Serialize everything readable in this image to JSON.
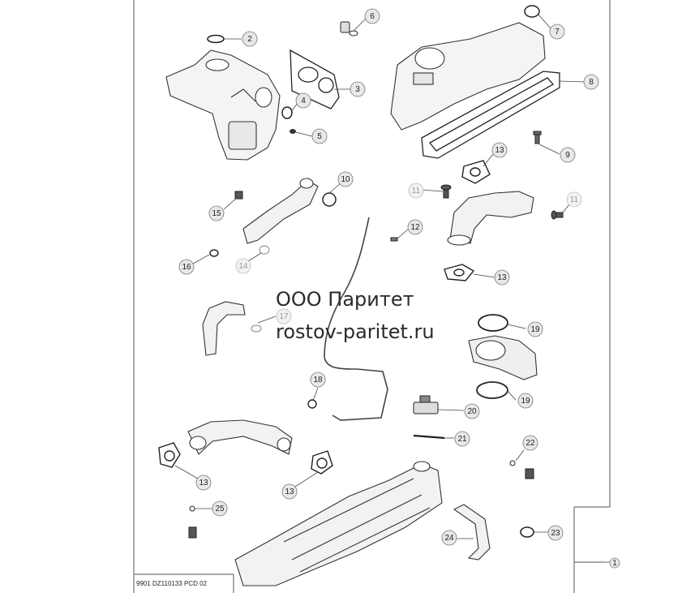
{
  "watermark": {
    "company": "ООО Паритет",
    "site": "rostov-paritet.ru"
  },
  "footer_code": "9901  DZ110133  PCD  02",
  "callouts": [
    {
      "key": "c2",
      "label": "2",
      "dim": false
    },
    {
      "key": "c3",
      "label": "3",
      "dim": false
    },
    {
      "key": "c4",
      "label": "4",
      "dim": false
    },
    {
      "key": "c5",
      "label": "5",
      "dim": false
    },
    {
      "key": "c6",
      "label": "6",
      "dim": false
    },
    {
      "key": "c7",
      "label": "7",
      "dim": false
    },
    {
      "key": "c8",
      "label": "8",
      "dim": false
    },
    {
      "key": "c9",
      "label": "9",
      "dim": false
    },
    {
      "key": "c10",
      "label": "10",
      "dim": false
    },
    {
      "key": "c11a",
      "label": "11",
      "dim": true
    },
    {
      "key": "c11b",
      "label": "11",
      "dim": true
    },
    {
      "key": "c12",
      "label": "12",
      "dim": false
    },
    {
      "key": "c13a",
      "label": "13",
      "dim": false
    },
    {
      "key": "c13b",
      "label": "13",
      "dim": false
    },
    {
      "key": "c13c",
      "label": "13",
      "dim": false
    },
    {
      "key": "c13d",
      "label": "13",
      "dim": false
    },
    {
      "key": "c14",
      "label": "14",
      "dim": true
    },
    {
      "key": "c15",
      "label": "15",
      "dim": false
    },
    {
      "key": "c16",
      "label": "16",
      "dim": false
    },
    {
      "key": "c17",
      "label": "17",
      "dim": true
    },
    {
      "key": "c18",
      "label": "18",
      "dim": false
    },
    {
      "key": "c19a",
      "label": "19",
      "dim": false
    },
    {
      "key": "c19b",
      "label": "19",
      "dim": false
    },
    {
      "key": "c20",
      "label": "20",
      "dim": false
    },
    {
      "key": "c21",
      "label": "21",
      "dim": false
    },
    {
      "key": "c22",
      "label": "22",
      "dim": false
    },
    {
      "key": "c23",
      "label": "23",
      "dim": false
    },
    {
      "key": "c24",
      "label": "24",
      "dim": false
    },
    {
      "key": "c25",
      "label": "25",
      "dim": false
    },
    {
      "key": "c1",
      "label": "1",
      "dim": false
    }
  ]
}
